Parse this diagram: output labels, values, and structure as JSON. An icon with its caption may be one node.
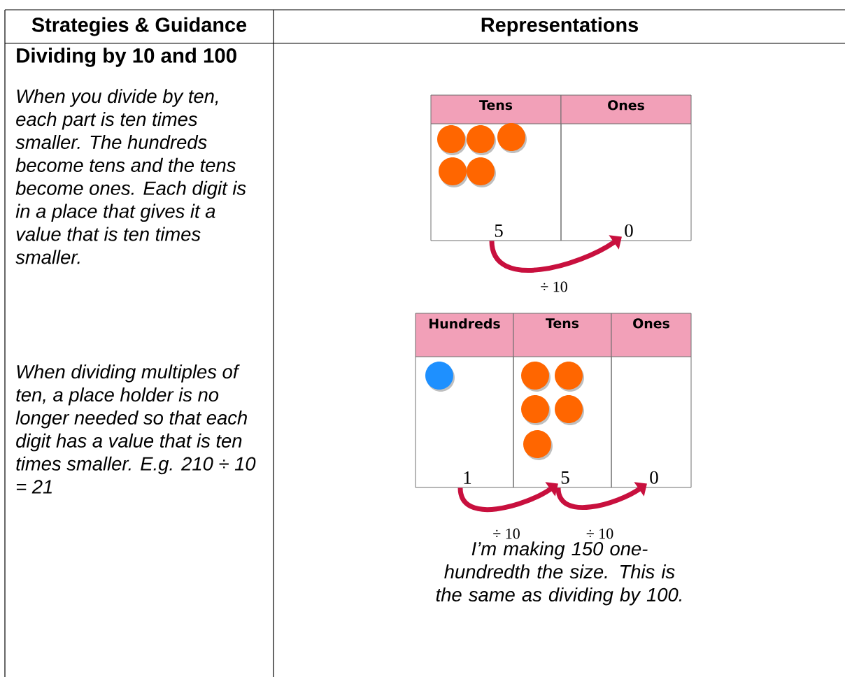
{
  "diagram": {
    "nodes": [
      {
        "text": [
          "Tens",
          "5"
        ]
      },
      {
        "text": [
          "Ones",
          "0"
        ]
      },
      {
        "text": [
          "Hundreds",
          "1"
        ]
      },
      {
        "text": [
          "Tens",
          "5"
        ]
      },
      {
        "text": [
          "Ones",
          "0"
        ]
      }
    ],
    "edges": [
      {
        "from": 0,
        "to": 1,
        "arrow": "to",
        "label": "÷ 10"
      },
      {
        "from": 2,
        "to": 3,
        "arrow": "to",
        "label": "÷ 10"
      },
      {
        "from": 3,
        "to": 4,
        "arrow": "to",
        "label": "÷ 10"
      }
    ],
    "labels": [
      "Strategies & Guidance",
      "Representations",
      "Dividing by 10 and 100",
      "When you divide by ten, each part is ten times smaller. The hundreds become tens and the tens become ones. Each digit is in a place that gives it a value that is ten times smaller.",
      "When dividing multiples of ten, a place holder is no longer needed so that each digit has a value that is ten times smaller. E.g. 210 ÷ 10 = 21",
      "I’m making 150 one-hundredth the size. This is the same as dividing by 100."
    ]
  }
}
